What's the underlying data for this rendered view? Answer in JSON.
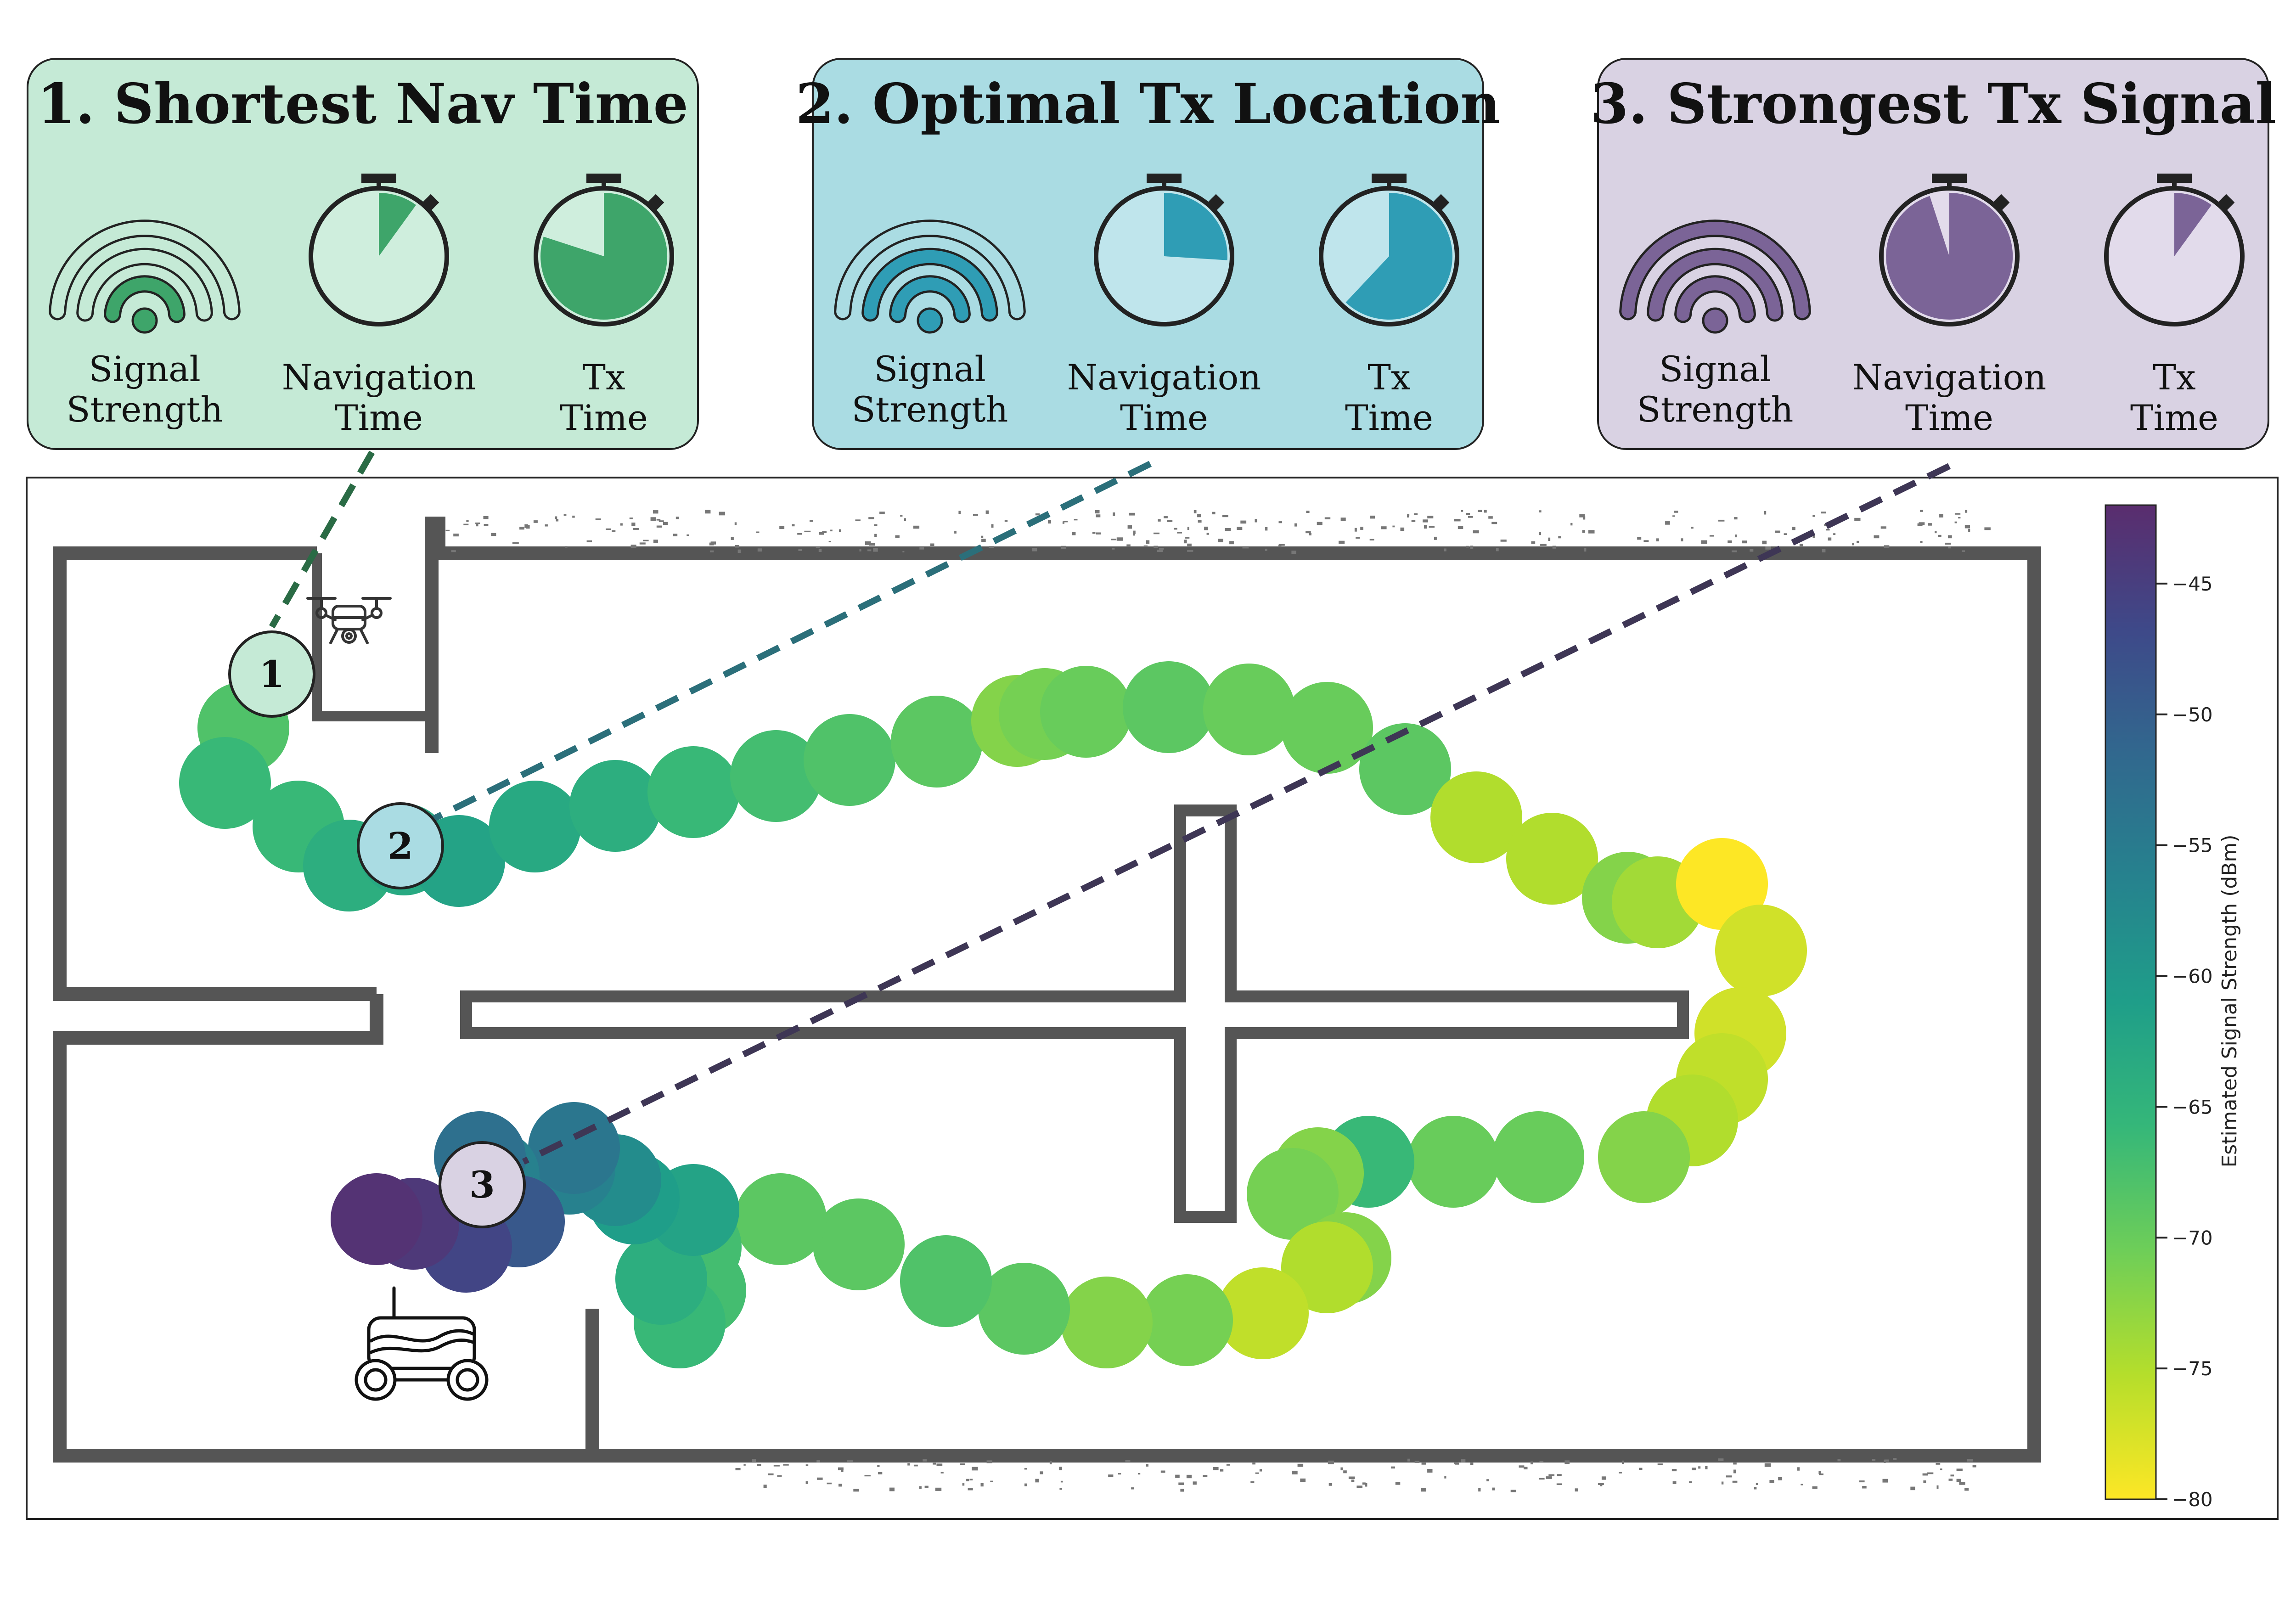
{
  "panels": [
    {
      "title": "1. Shortest Nav Time",
      "bg": "#c5ead6",
      "accent": "#3ea56a",
      "light": "#cfeedd",
      "signal_bars": 1,
      "nav_fraction": 0.1,
      "tx_fraction": 0.8,
      "labels": {
        "signal_1": "Signal",
        "signal_2": "Strength",
        "nav_1": "Navigation",
        "nav_2": "Time",
        "tx_1": "Tx",
        "tx_2": "Time"
      }
    },
    {
      "title": "2. Optimal Tx Location",
      "bg": "#aadce3",
      "accent": "#2f9db5",
      "light": "#bfe5ec",
      "signal_bars": 2,
      "nav_fraction": 0.26,
      "tx_fraction": 0.62,
      "labels": {
        "signal_1": "Signal",
        "signal_2": "Strength",
        "nav_1": "Navigation",
        "nav_2": "Time",
        "tx_1": "Tx",
        "tx_2": "Time"
      }
    },
    {
      "title": "3. Strongest Tx Signal",
      "bg": "#d9d2e3",
      "accent": "#7b6497",
      "light": "#e2dbeb",
      "signal_bars": 3,
      "nav_fraction": 0.95,
      "tx_fraction": 0.1,
      "labels": {
        "signal_1": "Signal",
        "signal_2": "Strength",
        "nav_1": "Navigation",
        "nav_2": "Time",
        "tx_1": "Tx",
        "tx_2": "Time"
      }
    }
  ],
  "markers": [
    {
      "label": "1",
      "fill": "#c5ead6",
      "line_color": "#2a6b45"
    },
    {
      "label": "2",
      "fill": "#aadce3",
      "line_color": "#2b6f7a"
    },
    {
      "label": "3",
      "fill": "#d9d2e3",
      "line_color": "#3e3655"
    }
  ],
  "icons": {
    "drone": "drone-icon",
    "robot": "ground-robot-icon"
  },
  "colorbar": {
    "label": "Estimated Signal Strength (dBm)",
    "colormap": "viridis",
    "min": -80,
    "max": -42,
    "ticks": [
      "−45",
      "−50",
      "−55",
      "−60",
      "−65",
      "−70",
      "−75",
      "−80"
    ],
    "tick_values": [
      -45,
      -50,
      -55,
      -60,
      -65,
      -70,
      -75,
      -80
    ]
  },
  "chart_data": {
    "type": "scatter",
    "title": "",
    "xlabel": "",
    "ylabel": "",
    "colorbar_label": "Estimated Signal Strength (dBm)",
    "color_range": [
      -80,
      -42
    ],
    "points_dbm": [
      -68,
      -66,
      -66,
      -64,
      -63,
      -62,
      -63,
      -64,
      -66,
      -67,
      -68,
      -69,
      -72,
      -71,
      -70,
      -69,
      -70,
      -70,
      -69,
      -75,
      -75,
      -72,
      -74,
      -80,
      -77,
      -77,
      -76,
      -75,
      -72,
      -70,
      -70,
      -66,
      -72,
      -71,
      -72,
      -75,
      -76,
      -71,
      -72,
      -69,
      -68,
      -69,
      -69,
      -67,
      -67,
      -66,
      -64,
      -62,
      -61,
      -58,
      -56,
      -54,
      -56,
      -53,
      -49,
      -46,
      -44,
      -43
    ]
  }
}
